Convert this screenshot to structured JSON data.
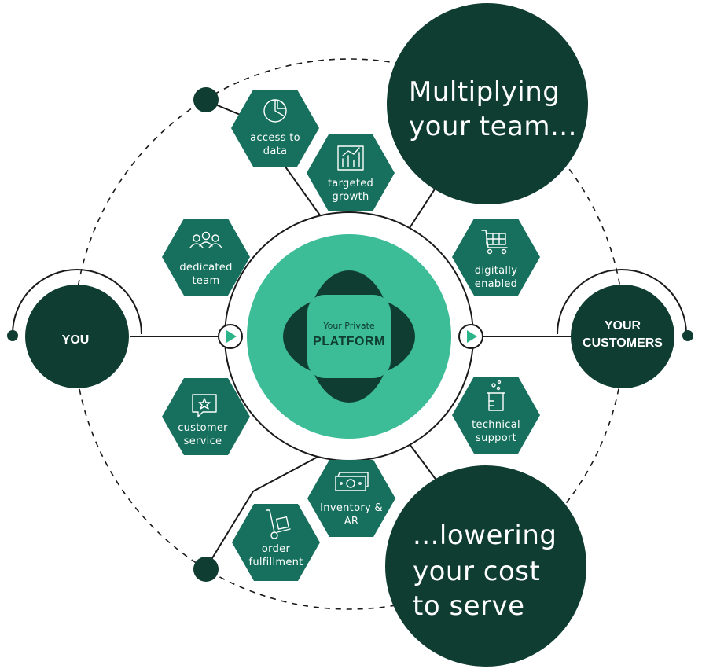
{
  "colors": {
    "dark_green": "#0f3d31",
    "hex_green": "#17705d",
    "platform_green": "#3dbd97",
    "arrow_green": "#2bb38a",
    "line": "#1a1a1a"
  },
  "nodes": {
    "you": "YOU",
    "customers_line1": "YOUR",
    "customers_line2": "CUSTOMERS"
  },
  "platform": {
    "line1": "Your Private",
    "line2": "PLATFORM"
  },
  "headlines": {
    "top_line1": "Multiplying",
    "top_line2": "your team...",
    "bottom_line1": "...lowering",
    "bottom_line2": "your cost",
    "bottom_line3": "to serve"
  },
  "hexes": [
    {
      "id": "access",
      "icon": "pie-chart-icon",
      "line1": "access to",
      "line2": "data"
    },
    {
      "id": "growth",
      "icon": "bar-chart-icon",
      "line1": "targeted",
      "line2": "growth"
    },
    {
      "id": "team",
      "icon": "people-icon",
      "line1": "dedicated",
      "line2": "team"
    },
    {
      "id": "digital",
      "icon": "shopping-cart-icon",
      "line1": "digitally",
      "line2": "enabled"
    },
    {
      "id": "service",
      "icon": "chat-star-icon",
      "line1": "customer",
      "line2": "service"
    },
    {
      "id": "technical",
      "icon": "beaker-icon",
      "line1": "technical",
      "line2": "support"
    },
    {
      "id": "inventory",
      "icon": "cash-icon",
      "line1": "Inventory &",
      "line2": "AR"
    },
    {
      "id": "fulfillment",
      "icon": "hand-truck-icon",
      "line1": "order",
      "line2": "fulfillment"
    }
  ]
}
